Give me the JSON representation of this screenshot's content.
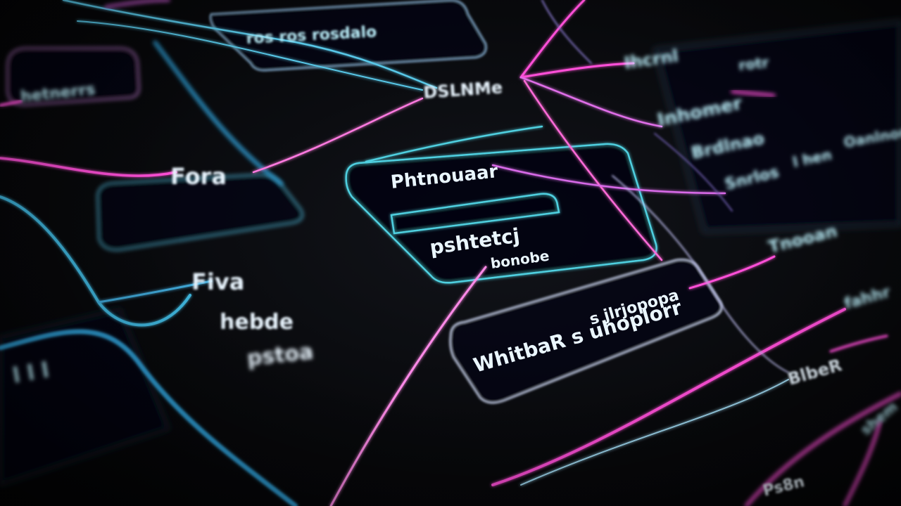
{
  "diagram": {
    "colors": {
      "background": "#050608",
      "accent_magenta": "#ff4fd8",
      "accent_cyan": "#3fd6e8",
      "accent_blue": "#2f9fd6",
      "node_text": "#eaf6ff",
      "node_border_light": "#c9d3ee"
    },
    "nodes": {
      "top_center": "ros ros rosdalo",
      "top_left": "hetnerrs",
      "hub_top": "DSLNMe",
      "left_mid": "Fora",
      "center_top": "Phtnouaar",
      "center_mid": "pshtetcj",
      "center_sub": "bonobe",
      "left_stack_1": "Fiva",
      "left_stack_2": "hebde",
      "left_stack_3": "pstoa",
      "bottom_center": "WhitbaR s uhoplorr",
      "bottom_center_header": "s jlrjopopa",
      "bottom_left": "l l l",
      "bottom_hub": "BlbeR",
      "right_1": "Ihcrnl",
      "right_2": "Inhomer",
      "right_3": "Brdlnao",
      "right_4": "Snrlos",
      "right_5": "Tnooan",
      "right_6": "fahhr",
      "right_7": "l hen",
      "far_right_1": "rotr",
      "far_right_2": "Oanlnor",
      "bottom_right": "shem",
      "bottom_edge": "Ps8n"
    }
  }
}
